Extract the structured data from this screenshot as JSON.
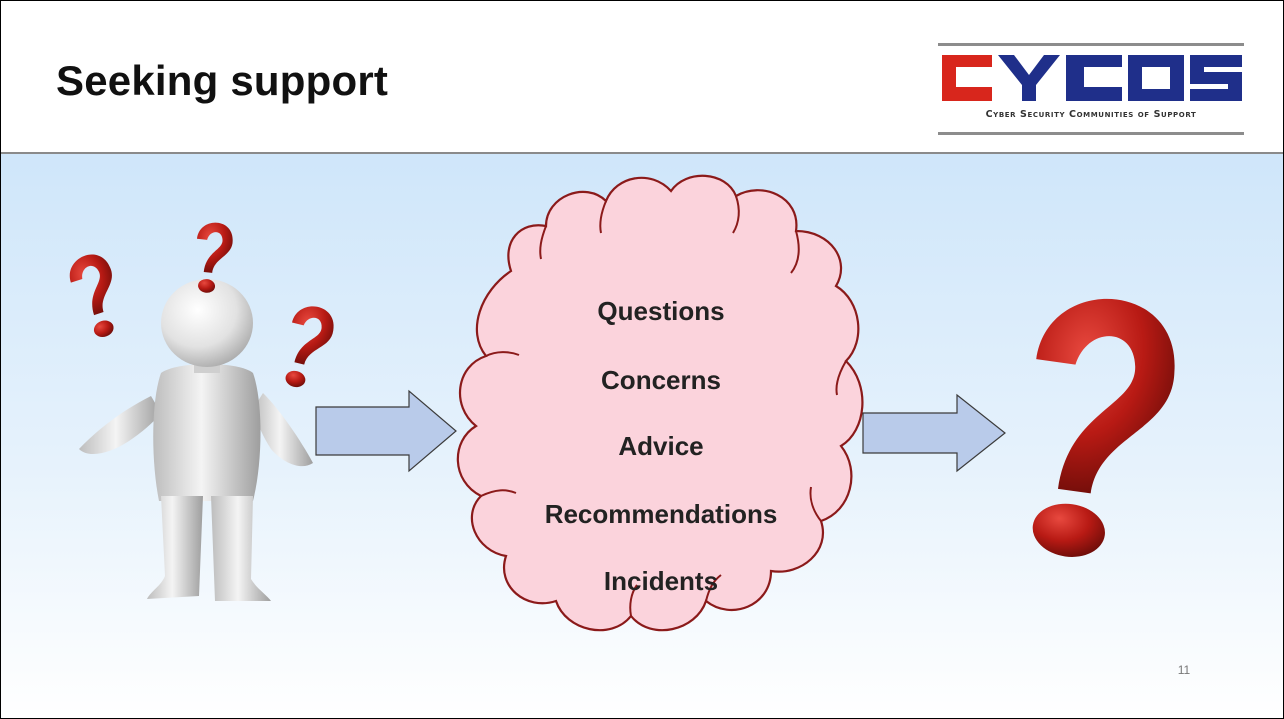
{
  "slide": {
    "title": "Seeking support",
    "slide_number": "11"
  },
  "logo": {
    "wordmark": "CYCOS",
    "tagline": "Cyber Security Communities of Support",
    "colors": {
      "red": "#d8261c",
      "blue": "#1f2f8a",
      "gray": "#8c8c8c"
    }
  },
  "cloud": {
    "items": [
      "Questions",
      "Concerns",
      "Advice",
      "Recommendations",
      "Incidents"
    ],
    "fill": "#fbd3dc",
    "stroke": "#8b1a1a"
  },
  "icons": {
    "person": "confused-person-icon",
    "question": "red-question-mark-icon",
    "arrow": "right-arrow-icon"
  },
  "colors": {
    "arrow_fill": "#b9cbea",
    "arrow_stroke": "#3b3b3b",
    "question_red": "#b81a14"
  }
}
